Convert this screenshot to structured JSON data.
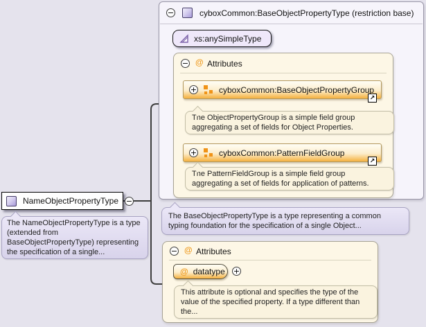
{
  "glyphs": {
    "collapse": "−",
    "expand": "+",
    "attribute_at": "@",
    "link_arrow": "↗"
  },
  "colors": {
    "canvas_bg": "#E5E3ED",
    "accent_orange": "#F09317",
    "purple_icon": "#A89ADA",
    "cream_panel": "#FDF7E6",
    "purple_tooltip": "#DDD8EE"
  },
  "main_type": {
    "label": "NameObjectPropertyType",
    "description": "The NameObjectPropertyType is a type (extended from BaseObjectPropertyType) representing the specification of a single..."
  },
  "restriction": {
    "title": "cyboxCommon:BaseObjectPropertyType (restriction base)",
    "base_type_label": "xs:anySimpleType",
    "attributes_title": "Attributes",
    "groups": [
      {
        "label": "cyboxCommon:BaseObjectPropertyGroup",
        "description": "The ObjectPropertyGroup is a simple field group aggregating a set of fields for Object Properties."
      },
      {
        "label": "cyboxCommon:PatternFieldGroup",
        "description": "The PatternFieldGroup is a simple field group aggregating a set of fields for application of patterns."
      }
    ],
    "description": "The BaseObjectPropertyType is a type representing a common typing foundation for the specification of a single Object..."
  },
  "attributes_section": {
    "title": "Attributes",
    "attributes": [
      {
        "name": "datatype",
        "description": "This attribute is optional and specifies the type of the value of the specified property. If a type different than the..."
      }
    ]
  }
}
